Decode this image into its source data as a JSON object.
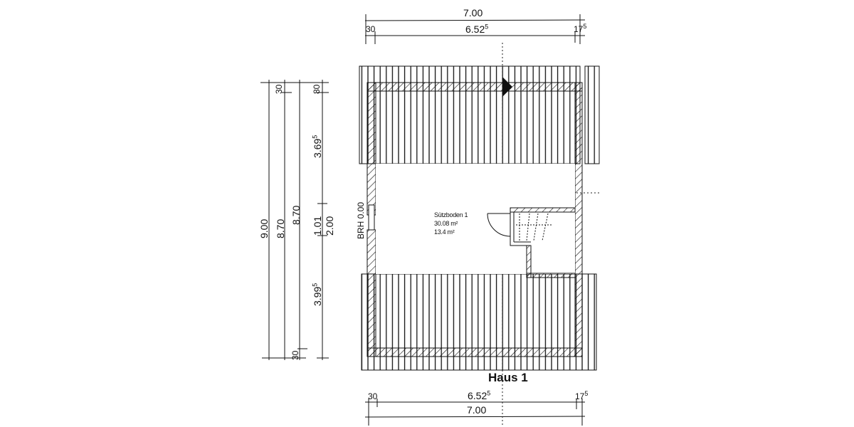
{
  "drawing": {
    "title": "Haus 1",
    "room": {
      "name": "Sützboden 1",
      "area_1": "30.08 m²",
      "area_2": "13.4 m²"
    },
    "window_label": "BRH 0.00",
    "colors": {
      "ink": "#111111",
      "paper": "#ffffff"
    }
  },
  "dimensions": {
    "top": {
      "overall": "7.00",
      "segments": [
        {
          "value": "30",
          "sup": ""
        },
        {
          "value": "6.52",
          "sup": "5"
        },
        {
          "value": "17",
          "sup": "5"
        }
      ]
    },
    "bottom": {
      "overall": "7.00",
      "segments": [
        {
          "value": "30",
          "sup": ""
        },
        {
          "value": "6.52",
          "sup": "5"
        },
        {
          "value": "17",
          "sup": "5"
        }
      ]
    },
    "left": {
      "chain_1": "9.00",
      "chain_2": "8.70",
      "chain_3": "8.70",
      "chain_2_top": "30",
      "chain_3_bottom": "30",
      "chain_4": [
        {
          "value": "80",
          "sup": ""
        },
        {
          "value": "3.69",
          "sup": "5"
        },
        {
          "value": "1.01",
          "sup": ""
        },
        {
          "value": "2.00",
          "sup": ""
        },
        {
          "value": "3.99",
          "sup": "5"
        }
      ]
    }
  }
}
